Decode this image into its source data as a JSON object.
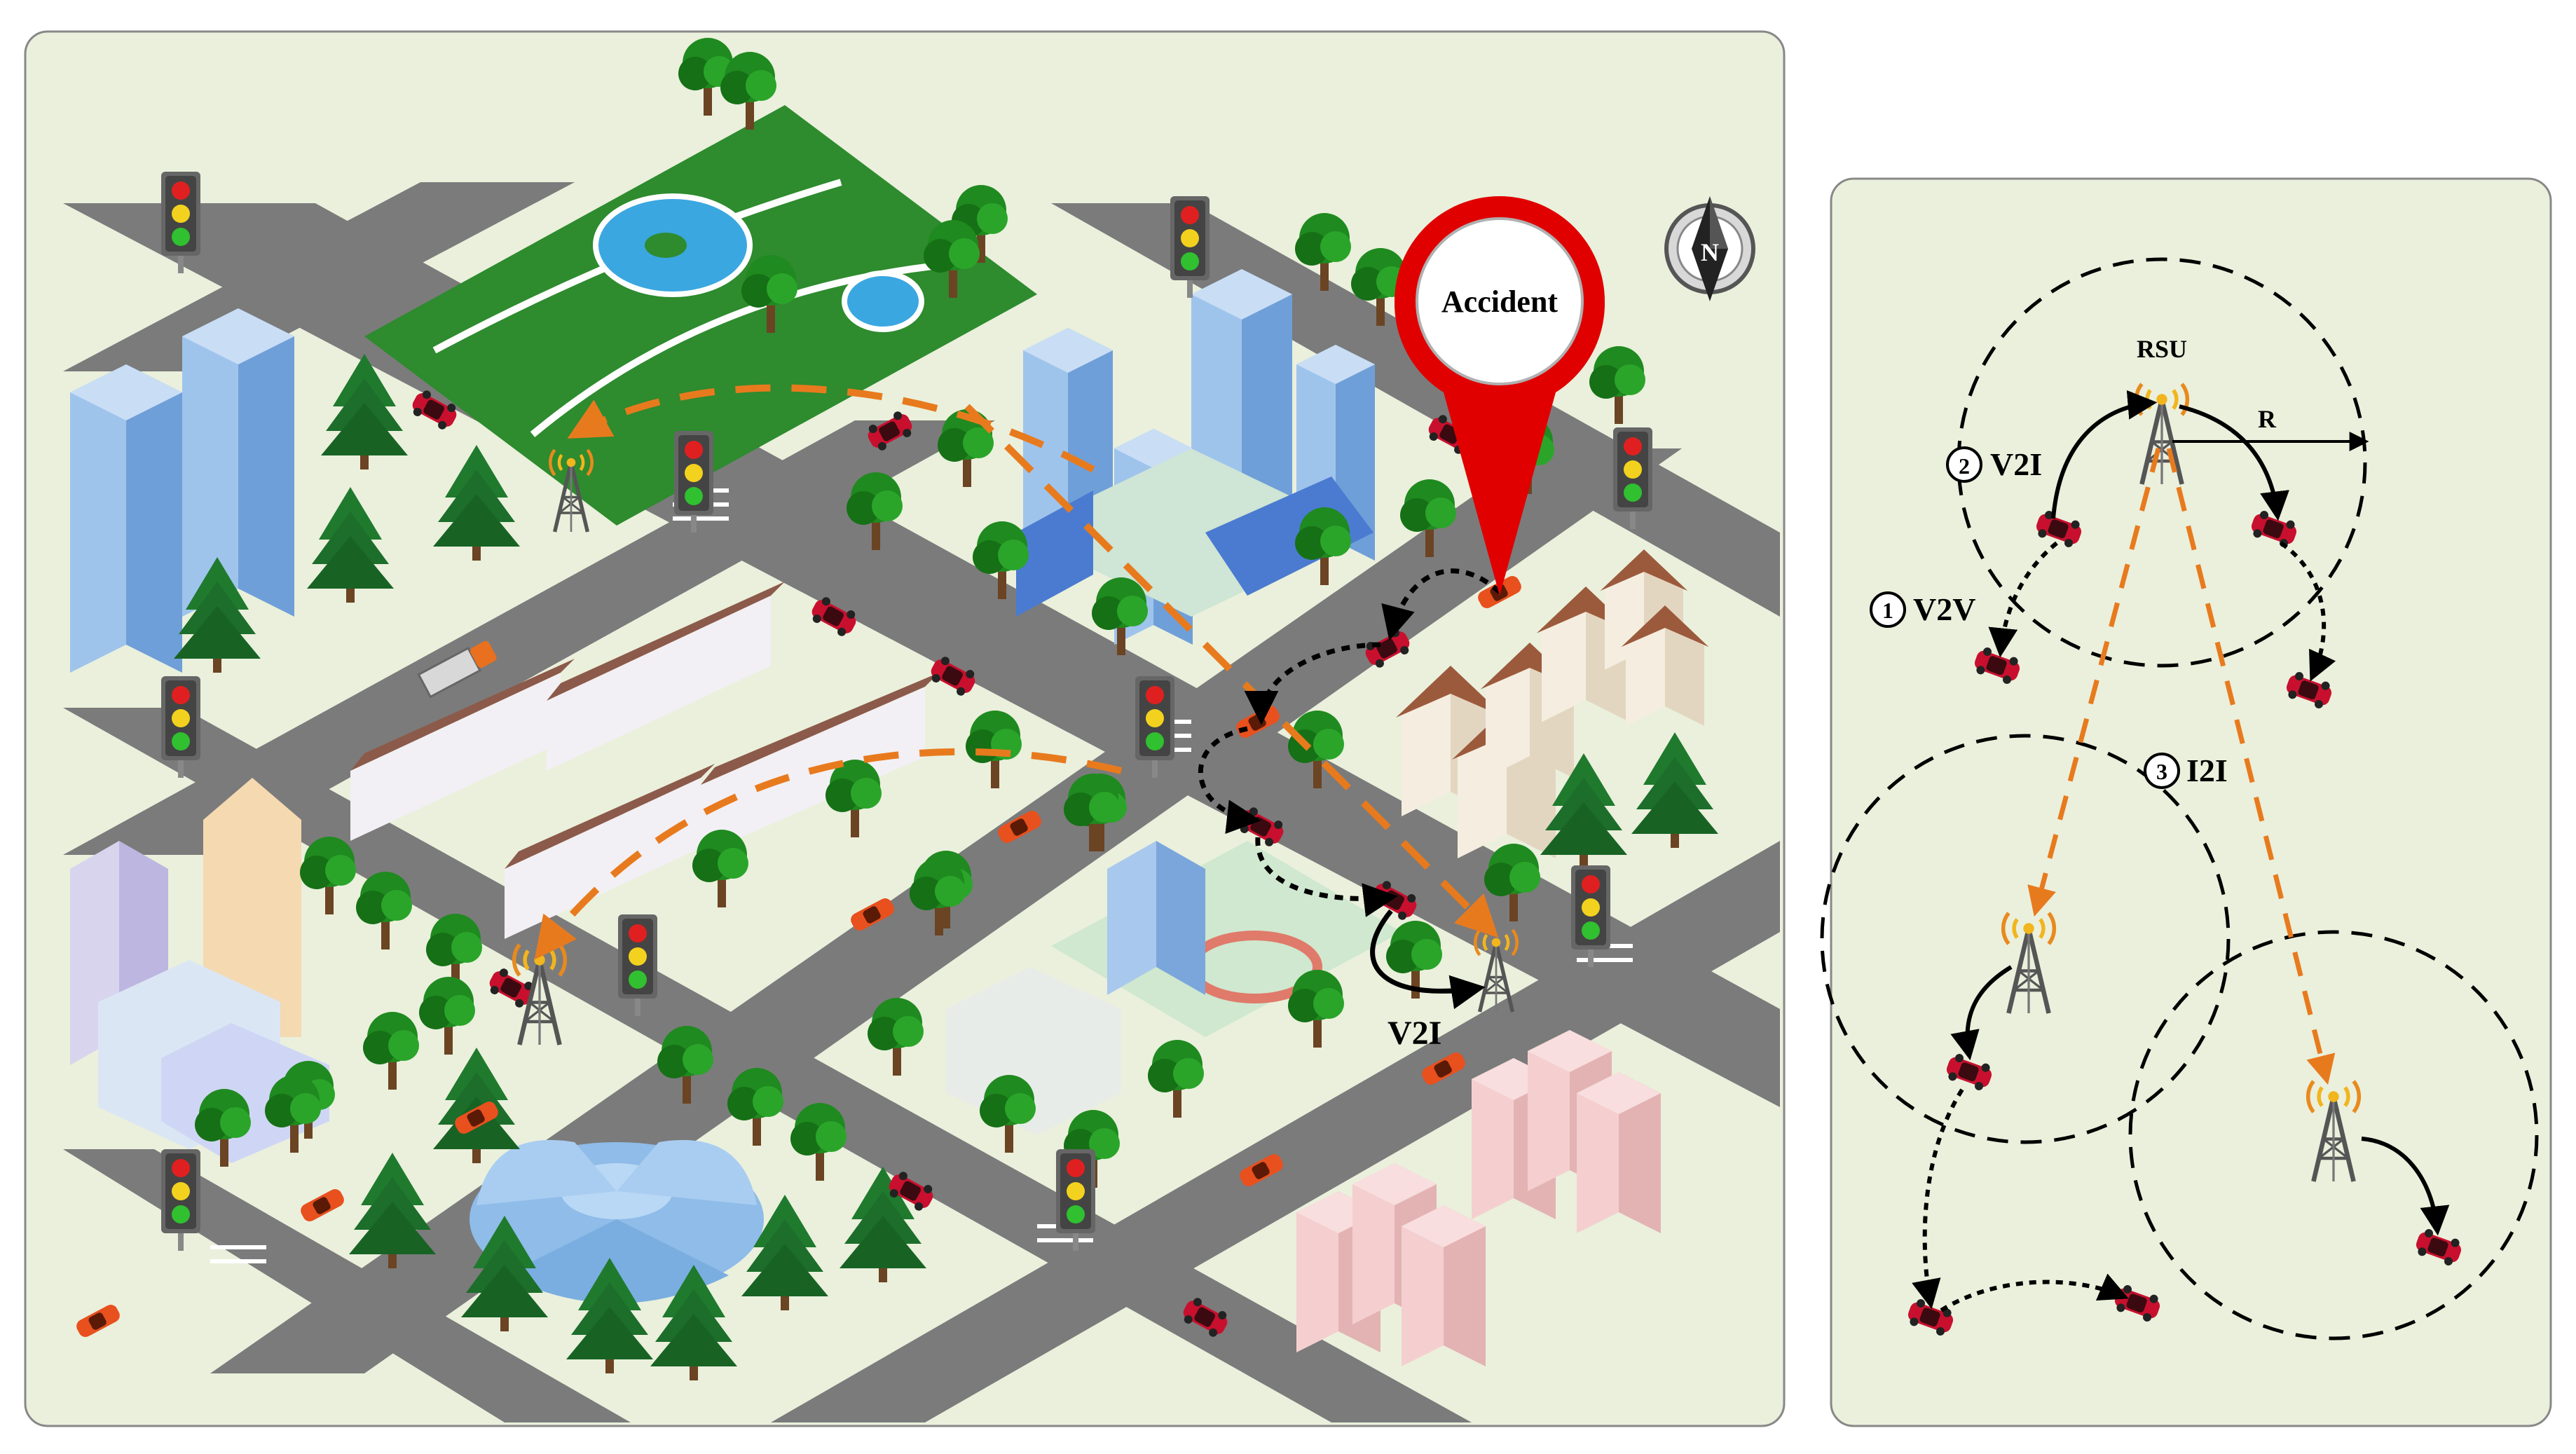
{
  "city_map": {
    "accident_label": "Accident",
    "v2i_label": "V2I",
    "compass_label": "N"
  },
  "network_panel": {
    "rsu_label": "RSU",
    "range_label": "R",
    "legend": [
      {
        "num": "1",
        "text": "V2V"
      },
      {
        "num": "2",
        "text": "V2I"
      },
      {
        "num": "3",
        "text": "I2I"
      }
    ]
  },
  "colors": {
    "panel_bg": "#eaf0dc",
    "road": "#7b7b7b",
    "park": "#2e8b2e",
    "accident_red": "#e00000",
    "orange_link": "#e87a1e",
    "car_red": "#c8102e"
  }
}
